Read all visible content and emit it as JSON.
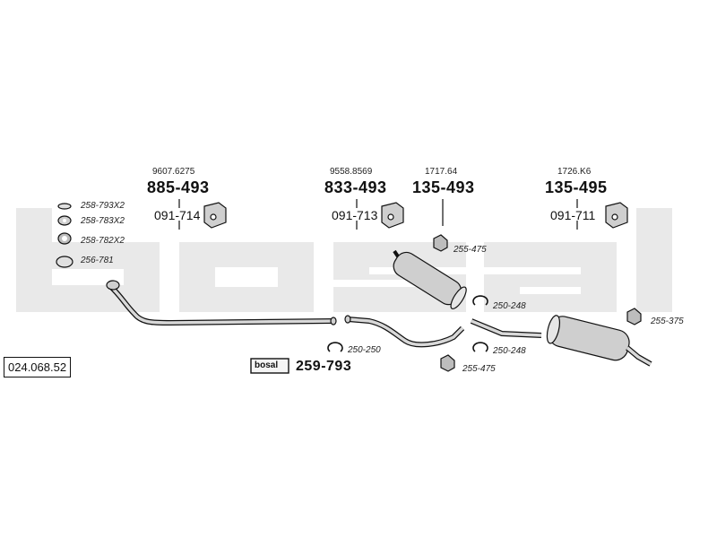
{
  "catalog": {
    "code": "024.068.52"
  },
  "watermark": {
    "brand": "bosal"
  },
  "colors": {
    "watermark": "#e8e8e8",
    "line": "#111111",
    "part_fill": "#cfcfcf"
  },
  "groups": [
    {
      "ref": "9607.6275",
      "part": "885-493",
      "hanger": "091-714"
    },
    {
      "ref": "9558.8569",
      "part": "833-493",
      "hanger": "091-713"
    },
    {
      "ref": "1717.64",
      "part": "135-493"
    },
    {
      "ref": "1726.K6",
      "part": "135-495",
      "hanger": "091-711"
    }
  ],
  "gaskets": [
    {
      "code": "258-793X2",
      "icon": "thin-ring-icon"
    },
    {
      "code": "258-783X2",
      "icon": "ring-icon"
    },
    {
      "code": "258-782X2",
      "icon": "thick-ring-icon"
    },
    {
      "code": "256-781",
      "icon": "flange-ring-icon"
    }
  ],
  "clamps": {
    "nut_top": "255-475",
    "clamp_mid1": "250-248",
    "clamp_mid2": "250-248",
    "nut_bottom": "255-475",
    "nut_rear": "255-375",
    "clamp_front": "250-250"
  },
  "assembly_kit": {
    "box_label": "bosal",
    "code": "259-793"
  }
}
